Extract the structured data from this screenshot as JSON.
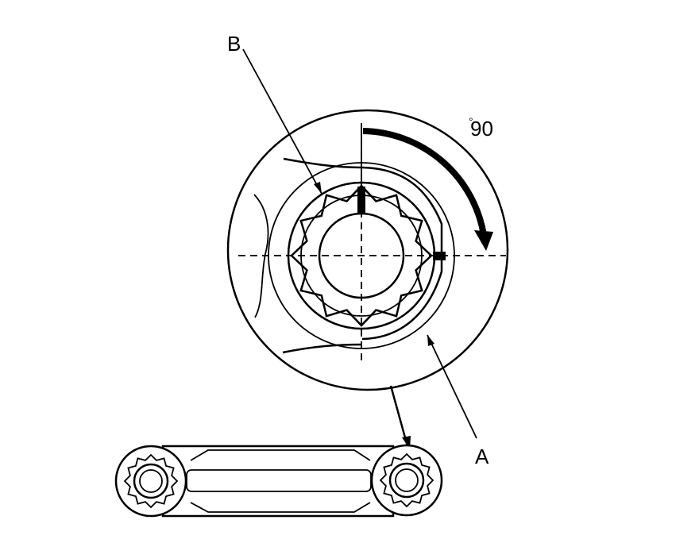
{
  "labels": {
    "a": "A",
    "b": "B",
    "angle_value": "90",
    "angle_unit": "°"
  },
  "colors": {
    "line": "#000000",
    "background": "#ffffff"
  }
}
